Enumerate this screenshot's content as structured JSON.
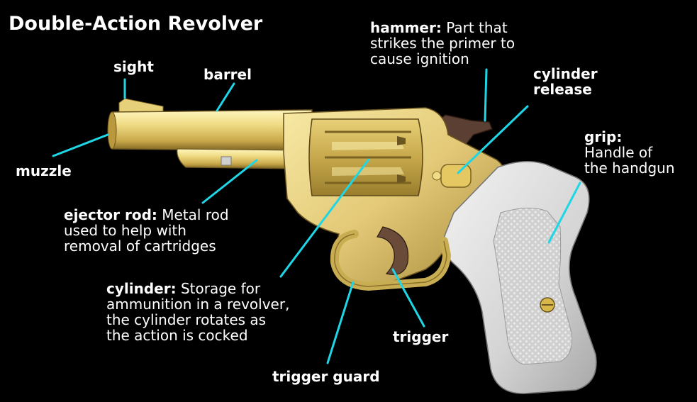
{
  "title": "Double-Action Revolver",
  "labels": {
    "sight": {
      "term": "sight",
      "desc": ""
    },
    "barrel": {
      "term": "barrel",
      "desc": ""
    },
    "muzzle": {
      "term": "muzzle",
      "desc": ""
    },
    "hammer": {
      "term": "hammer:",
      "desc": [
        "Part that",
        "strikes the primer to",
        "cause ignition"
      ]
    },
    "cylinder_release": {
      "term": [
        "cylinder",
        "release"
      ]
    },
    "grip": {
      "term": "grip:",
      "desc": [
        "Handle of",
        "the handgun"
      ]
    },
    "ejector_rod": {
      "term": "ejector rod:",
      "desc": [
        "Metal rod",
        "used to help with",
        "removal of cartridges"
      ]
    },
    "cylinder": {
      "term": "cylinder:",
      "desc": [
        "Storage for",
        "ammunition in a revolver,",
        "the cylinder rotates as",
        "the action is cocked"
      ]
    },
    "trigger": {
      "term": "trigger"
    },
    "trigger_guard": {
      "term": "trigger guard"
    }
  },
  "colors": {
    "background": "#000000",
    "leader_line": "#1fd6e6",
    "metal_light": "#f2e49a",
    "metal_mid": "#d8c060",
    "metal_dark": "#8a7028",
    "grip": "#d9d9d9",
    "trigger_steel": "#6a4a38"
  }
}
